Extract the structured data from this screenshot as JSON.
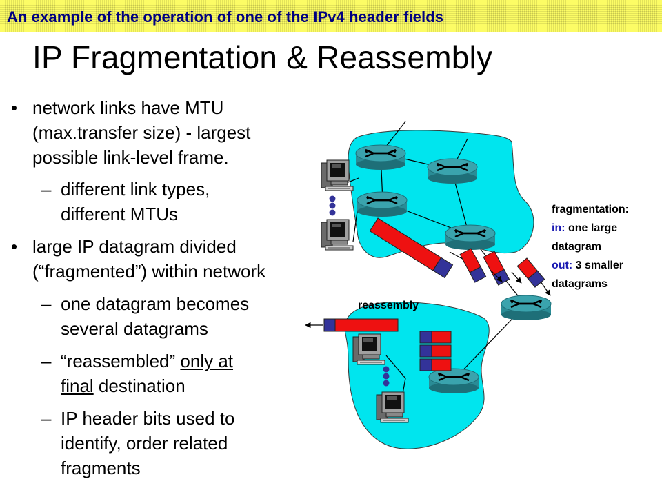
{
  "banner": {
    "text": "An example of the operation of one of the IPv4 header fields"
  },
  "title": "IP Fragmentation & Reassembly",
  "bullets": [
    {
      "line1": "network links have MTU",
      "line2": "(max.transfer size) - largest",
      "line3": "possible link-level frame."
    },
    {
      "line1": "different link types,",
      "line2": "different MTUs"
    },
    {
      "line1": "large IP datagram divided",
      "line2": "(“fragmented”) within network"
    },
    {
      "line1": "one datagram becomes",
      "line2": "several datagrams"
    },
    {
      "pre": "“reassembled” ",
      "underlined1": "only at",
      "underlined2": "final",
      "post": " destination"
    },
    {
      "line1": "IP header bits used to",
      "line2": "identify, order related",
      "line3": "fragments"
    }
  ],
  "bullet_marker": "•",
  "dash_marker": "–",
  "fragmentation_label": {
    "heading": "fragmentation:",
    "in_key": "in:",
    "in_val": " one large",
    "in_val2": "datagram",
    "out_key": "out:",
    "out_val": " 3 smaller",
    "out_val2": "datagrams"
  },
  "reassembly_label": "reassembly",
  "colors": {
    "banner_bg": "#ffff66",
    "banner_text": "#000080",
    "network_cloud": "#00e5ee",
    "router": "#2a8c96",
    "datagram_red": "#ee1111",
    "datagram_blue": "#333399",
    "label_blue": "#1b1bb3"
  },
  "icons": [
    "router-icon",
    "computer-icon",
    "arrow-icon",
    "ellipsis-dots-icon"
  ]
}
